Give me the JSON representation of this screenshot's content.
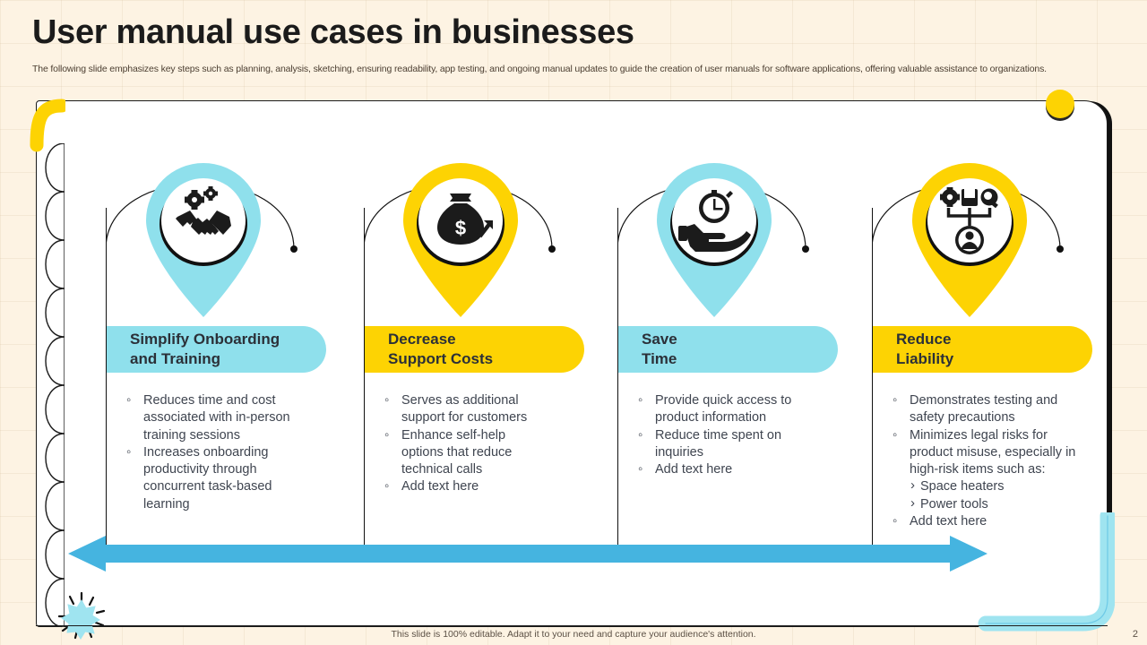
{
  "header": {
    "title": "User manual use cases in businesses",
    "subtitle": "The following slide emphasizes key steps such as planning, analysis, sketching, ensuring readability, app testing, and ongoing manual updates to guide the creation of user manuals for software applications, offering valuable assistance to organizations."
  },
  "colors": {
    "background": "#fdf3e3",
    "cyan": "#8fe0ec",
    "yellow": "#fdd303",
    "arrow_blue": "#45b4e0",
    "ink": "#1b1b1b",
    "body_text": "#3f4550"
  },
  "columns": [
    {
      "label_line1": "Simplify Onboarding",
      "label_line2": "and Training",
      "accent": "cyan",
      "icon": "handshake-gears-icon",
      "bullets": [
        {
          "text": "Reduces time and cost associated with in-person training sessions",
          "level": 1
        },
        {
          "text": "Increases onboarding productivity through concurrent task-based learning",
          "level": 1
        }
      ]
    },
    {
      "label_line1": "Decrease",
      "label_line2": "Support Costs",
      "accent": "yellow",
      "icon": "money-bag-growth-icon",
      "bullets": [
        {
          "text": "Serves as additional support for customers",
          "level": 1
        },
        {
          "text": "Enhance self-help options that reduce technical calls",
          "level": 1
        },
        {
          "text": "Add text here",
          "level": 1
        }
      ]
    },
    {
      "label_line1": "Save",
      "label_line2": "Time",
      "accent": "cyan",
      "icon": "hand-holding-clock-icon",
      "bullets": [
        {
          "text": "Provide quick access to product information",
          "level": 1
        },
        {
          "text": "Reduce time spent on inquiries",
          "level": 1
        },
        {
          "text": "Add text here",
          "level": 1
        }
      ]
    },
    {
      "label_line1": "Reduce",
      "label_line2": "Liability",
      "accent": "yellow",
      "icon": "user-process-nodes-icon",
      "bullets": [
        {
          "text": "Demonstrates testing and safety precautions",
          "level": 1
        },
        {
          "text": "Minimizes legal risks for product misuse, especially in high-risk items such as:",
          "level": 1
        },
        {
          "text": "Space heaters",
          "level": 2
        },
        {
          "text": "Power tools",
          "level": 2
        },
        {
          "text": "Add text here",
          "level": 1
        }
      ]
    }
  ],
  "footer": {
    "note": "This slide is 100% editable.  Adapt it to your need and capture your audience's attention.",
    "page_number": "2"
  }
}
